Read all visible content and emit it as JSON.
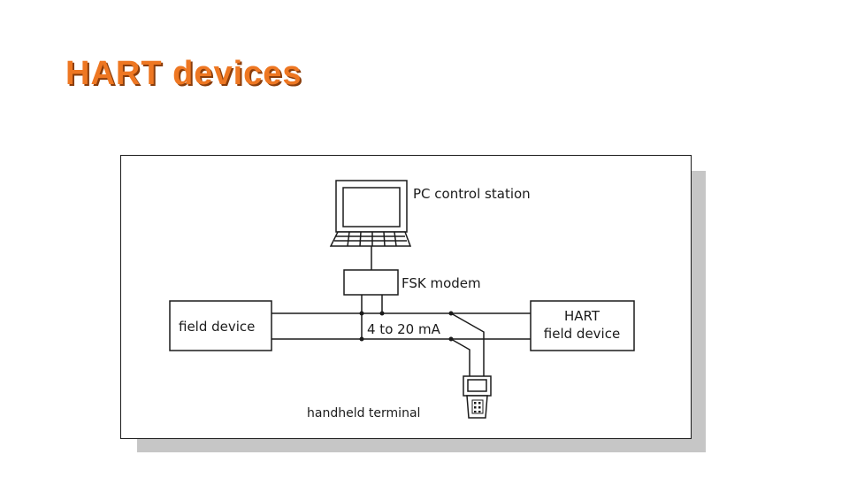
{
  "page": {
    "title": "HART devices"
  },
  "diagram": {
    "pc_label": "PC control station",
    "modem_label": "FSK modem",
    "field_device_label": "field device",
    "hart_device_label_line1": "HART",
    "hart_device_label_line2": "field device",
    "current_label": "4 to 20 mA",
    "handheld_label": "handheld terminal"
  },
  "colors": {
    "title": "#ee7722",
    "title_shadow": "#8a3d0b",
    "line": "#1b1b1b",
    "frame_shadow": "#c6c6c6"
  }
}
